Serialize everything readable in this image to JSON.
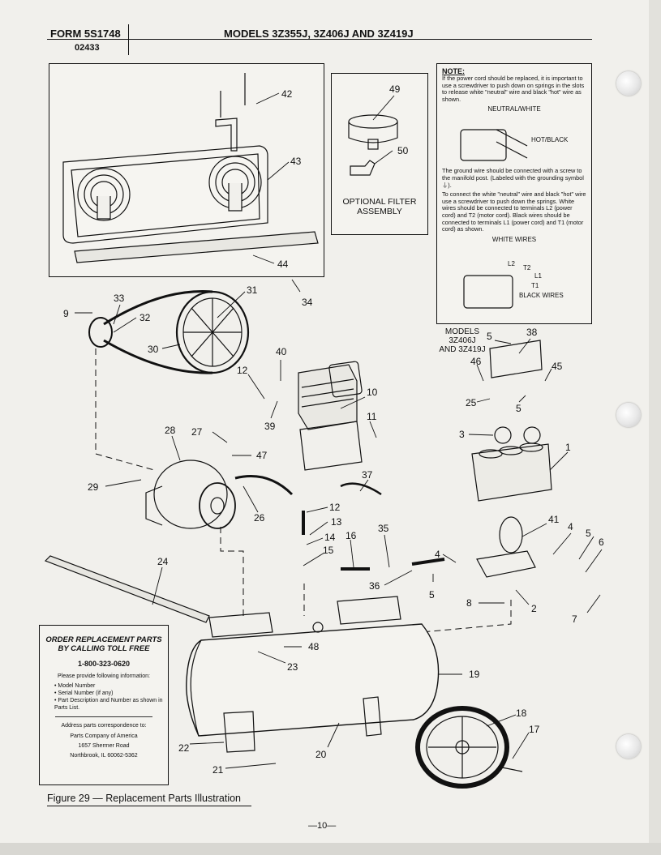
{
  "header": {
    "form": "FORM 5S1748",
    "code": "02433",
    "models": "MODELS 3Z355J, 3Z406J AND 3Z419J"
  },
  "filter_box": {
    "line1": "OPTIONAL FILTER",
    "line2": "ASSEMBLY"
  },
  "note": {
    "heading": "NOTE:",
    "p1": "If the power cord should be replaced, it is important to use a screwdriver to push down on springs in the slots to release white \"neutral\" wire and black \"hot\" wire as shown.",
    "neutral_label": "NEUTRAL/WHITE",
    "hot_label": "HOT/BLACK",
    "p2": "The ground wire should be connected with a screw to the manifold post. (Labeled with the grounding symbol ⏚).",
    "p3": "To connect the white \"neutral\" wire and black \"hot\" wire use a screwdriver to push down the springs. White wires should be connected to terminals L2 (power cord) and T2 (motor cord). Black wires should be connected to terminals L1 (power cord) and T1 (motor cord) as shown.",
    "white_wires": "WHITE WIRES",
    "black_wires": "BLACK WIRES",
    "l2": "L2",
    "t2": "T2",
    "l1": "L1",
    "t1": "T1"
  },
  "models_note": {
    "line1": "MODELS",
    "line2": "3Z406J",
    "line3": "AND 3Z419J"
  },
  "callouts": [
    "42",
    "43",
    "44",
    "34",
    "49",
    "50",
    "31",
    "33",
    "9",
    "32",
    "30",
    "40",
    "12",
    "39",
    "10",
    "11",
    "28",
    "27",
    "47",
    "29",
    "26",
    "37",
    "12",
    "13",
    "14",
    "16",
    "35",
    "15",
    "24",
    "36",
    "5",
    "4",
    "8",
    "41",
    "4",
    "5",
    "6",
    "2",
    "7",
    "38",
    "5",
    "46",
    "45",
    "25",
    "5",
    "3",
    "1",
    "48",
    "23",
    "19",
    "18",
    "17",
    "22",
    "20",
    "21"
  ],
  "order": {
    "title1": "ORDER REPLACEMENT PARTS",
    "title2": "BY CALLING TOLL FREE",
    "phone": "1-800-323-0620",
    "intro": "Please provide following information:",
    "items": [
      "Model Number",
      "Serial Number (if any)",
      "Part Description and Number as shown in Parts List."
    ],
    "addr_intro": "Address parts correspondence to:",
    "addr1": "Parts Company of America",
    "addr2": "1657 Shermer Road",
    "addr3": "Northbrook, IL 60062-5362"
  },
  "caption": "Figure 29 — Replacement Parts Illustration",
  "page_number": "—10—"
}
